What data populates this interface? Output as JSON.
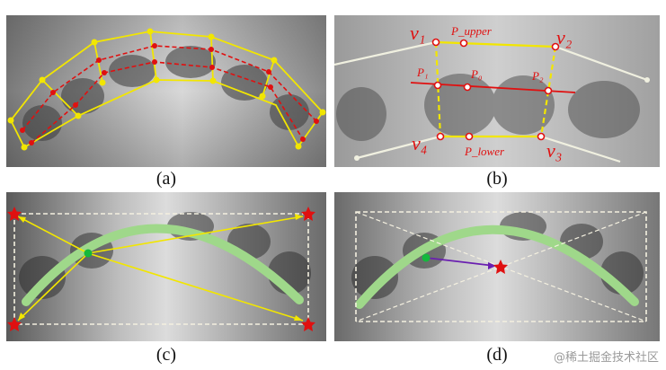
{
  "panels": [
    {
      "id": "a",
      "caption": "(a)"
    },
    {
      "id": "b",
      "caption": "(b)"
    },
    {
      "id": "c",
      "caption": "(c)"
    },
    {
      "id": "d",
      "caption": "(d)"
    }
  ],
  "panel_b_labels": {
    "v1": "v₁",
    "v2": "v₂",
    "v3": "v₃",
    "v4": "v₄",
    "p_upper": "P_upper",
    "p_lower": "P_lower",
    "p0": "P₀",
    "p1": "P₁",
    "p2": "P₂"
  },
  "watermark": "@稀土掘金技术社区",
  "colors": {
    "yellow": "#f2e600",
    "red": "#e01010",
    "green": "#9fd88a",
    "purple": "#6a1fb0",
    "dash_white": "#f4f0e0"
  }
}
